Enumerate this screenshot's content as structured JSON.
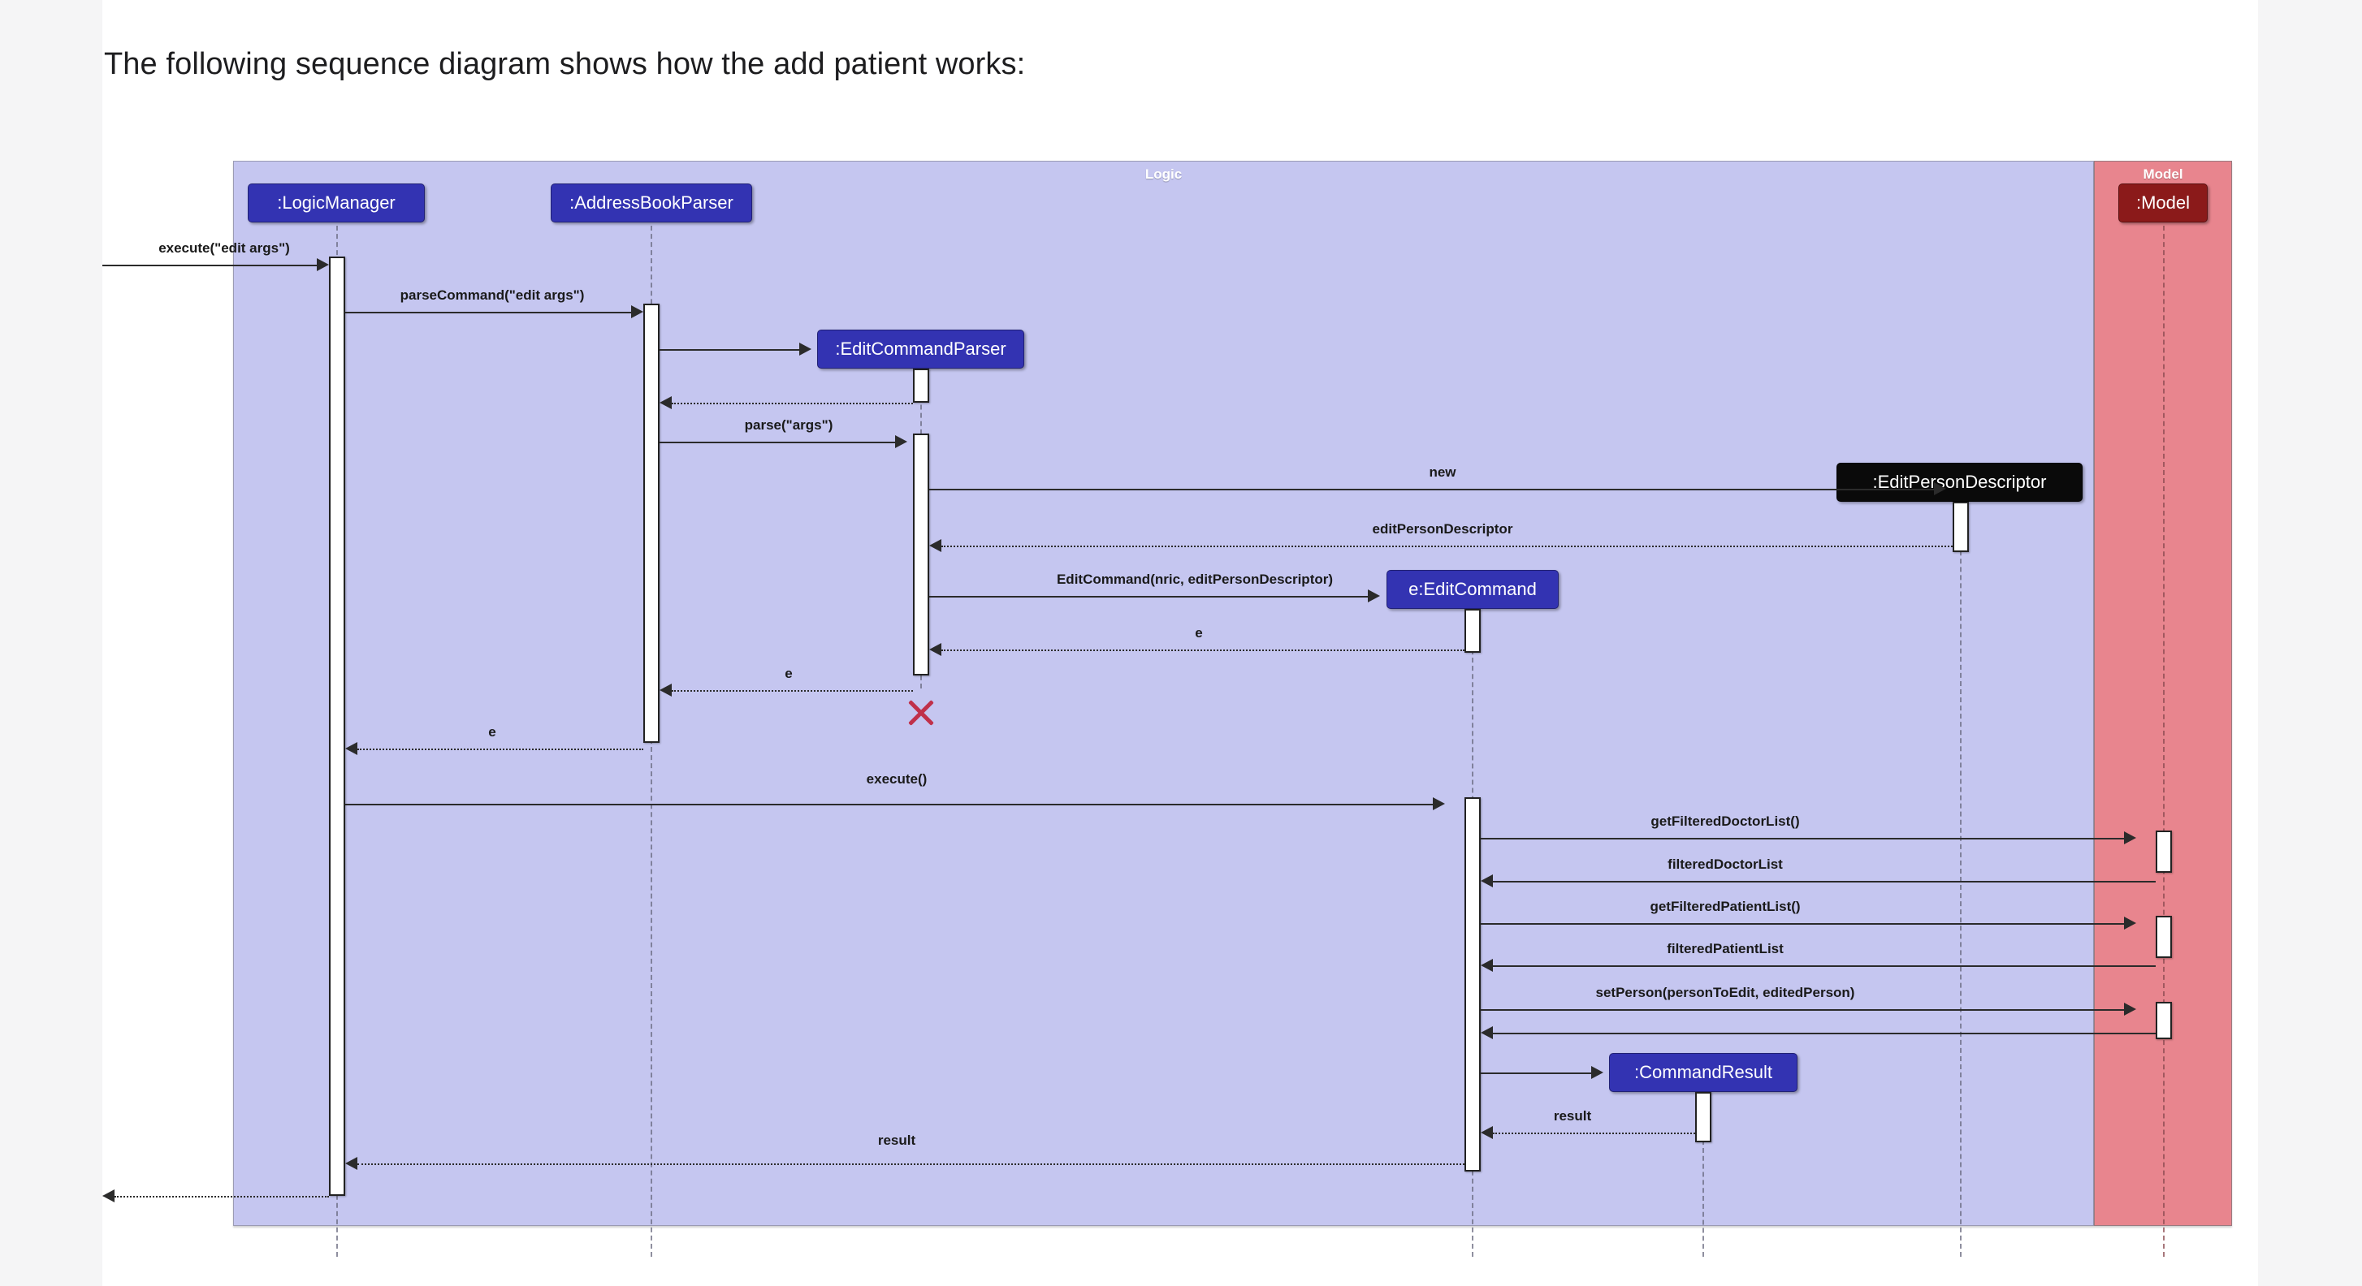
{
  "page": {
    "title": "The following sequence diagram shows how the add patient works:",
    "background": "#ffffff",
    "outer_background": "#f5f5f6"
  },
  "diagram": {
    "type": "uml-sequence-diagram",
    "frames": [
      {
        "name": "logic",
        "label": "Logic",
        "fill": "#c5c6f0",
        "border": "#9a9ab4"
      },
      {
        "name": "model",
        "label": "Model",
        "fill": "#e8858e",
        "border": "#9a7a80"
      }
    ],
    "participants": [
      {
        "id": "logicManager",
        "label": ":LogicManager",
        "style": "blue",
        "frame": "logic"
      },
      {
        "id": "addressBookParser",
        "label": ":AddressBookParser",
        "style": "blue",
        "frame": "logic"
      },
      {
        "id": "editCommandParser",
        "label": ":EditCommandParser",
        "style": "blue",
        "frame": "logic"
      },
      {
        "id": "editPersonDescriptor",
        "label": ":EditPersonDescriptor",
        "style": "black",
        "frame": "logic"
      },
      {
        "id": "editCommand",
        "label": "e:EditCommand",
        "style": "blue",
        "frame": "logic"
      },
      {
        "id": "commandResult",
        "label": ":CommandResult",
        "style": "blue",
        "frame": "logic"
      },
      {
        "id": "model",
        "label": ":Model",
        "style": "dark",
        "frame": "model"
      }
    ],
    "messages": [
      {
        "id": "m1",
        "label": "execute(\"edit args\")",
        "from": "actor",
        "to": "logicManager",
        "kind": "call"
      },
      {
        "id": "m2",
        "label": "parseCommand(\"edit args\")",
        "from": "logicManager",
        "to": "addressBookParser",
        "kind": "call"
      },
      {
        "id": "m3",
        "label": "",
        "from": "addressBookParser",
        "to": "editCommandParser",
        "kind": "create"
      },
      {
        "id": "m4",
        "label": "",
        "from": "editCommandParser",
        "to": "addressBookParser",
        "kind": "return"
      },
      {
        "id": "m5",
        "label": "parse(\"args\")",
        "from": "addressBookParser",
        "to": "editCommandParser",
        "kind": "call"
      },
      {
        "id": "m6",
        "label": "new",
        "from": "editCommandParser",
        "to": "editPersonDescriptor",
        "kind": "create"
      },
      {
        "id": "m7",
        "label": "editPersonDescriptor",
        "from": "editPersonDescriptor",
        "to": "editCommandParser",
        "kind": "return"
      },
      {
        "id": "m8",
        "label": "EditCommand(nric, editPersonDescriptor)",
        "from": "editCommandParser",
        "to": "editCommand",
        "kind": "create"
      },
      {
        "id": "m9",
        "label": "e",
        "from": "editCommand",
        "to": "editCommandParser",
        "kind": "return"
      },
      {
        "id": "m10",
        "label": "e",
        "from": "editCommandParser",
        "to": "addressBookParser",
        "kind": "return"
      },
      {
        "id": "m11",
        "label": "e",
        "from": "addressBookParser",
        "to": "logicManager",
        "kind": "return"
      },
      {
        "id": "m12",
        "label": "execute()",
        "from": "logicManager",
        "to": "editCommand",
        "kind": "call"
      },
      {
        "id": "m13",
        "label": "getFilteredDoctorList()",
        "from": "editCommand",
        "to": "model",
        "kind": "call"
      },
      {
        "id": "m14",
        "label": "filteredDoctorList",
        "from": "model",
        "to": "editCommand",
        "kind": "call"
      },
      {
        "id": "m15",
        "label": "getFilteredPatientList()",
        "from": "editCommand",
        "to": "model",
        "kind": "call"
      },
      {
        "id": "m16",
        "label": "filteredPatientList",
        "from": "model",
        "to": "editCommand",
        "kind": "call"
      },
      {
        "id": "m17",
        "label": "setPerson(personToEdit, editedPerson)",
        "from": "editCommand",
        "to": "model",
        "kind": "call"
      },
      {
        "id": "m18",
        "label": "",
        "from": "model",
        "to": "editCommand",
        "kind": "call"
      },
      {
        "id": "m19",
        "label": "",
        "from": "editCommand",
        "to": "commandResult",
        "kind": "create"
      },
      {
        "id": "m20",
        "label": "result",
        "from": "commandResult",
        "to": "editCommand",
        "kind": "return"
      },
      {
        "id": "m21",
        "label": "result",
        "from": "editCommand",
        "to": "logicManager",
        "kind": "return"
      },
      {
        "id": "m22",
        "label": "",
        "from": "logicManager",
        "to": "actor",
        "kind": "return"
      }
    ],
    "destruction": [
      {
        "target": "editCommandParser",
        "marker": "X",
        "color": "#c0304a"
      }
    ]
  }
}
